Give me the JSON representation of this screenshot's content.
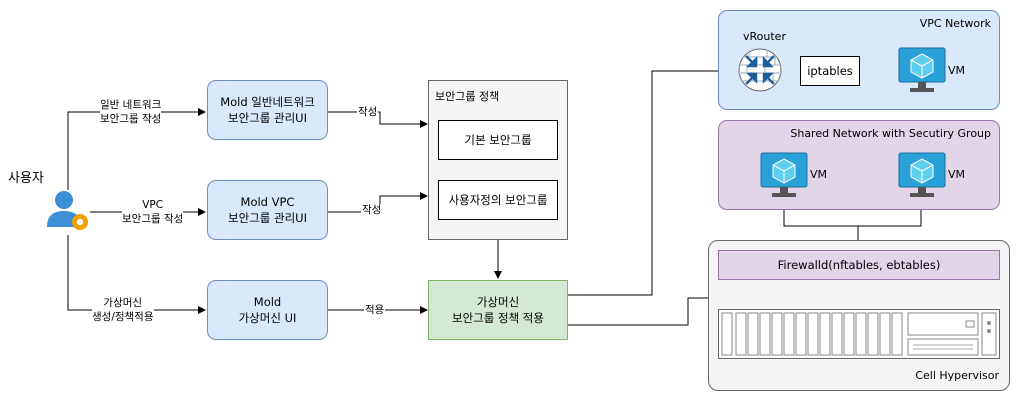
{
  "user": {
    "label": "사용자"
  },
  "edges": {
    "general_network": "일반 네트워크\n보안그룹 작성",
    "vpc": "VPC\n보안그룹 작성",
    "vm": "가상머신\n생성/정책적용",
    "create_1": "작성",
    "create_2": "작성",
    "apply": "적용"
  },
  "mold_boxes": {
    "general": "Mold 일반네트워크\n보안그룹 관리UI",
    "vpc": "Mold VPC\n보안그룹 관리UI",
    "vm": "Mold\n가상머신 UI"
  },
  "policy": {
    "title": "보안그룹 정책",
    "default_group": "기본 보안그룹",
    "custom_group": "사용자정의 보안그룹"
  },
  "apply_box": "가상머신\n보안그룹 정책 적용",
  "vpc_network": {
    "title": "VPC Network",
    "router_label": "vRouter",
    "iptables": "iptables",
    "vm_label": "VM"
  },
  "shared_network": {
    "title": "Shared Network with Secutiry Group",
    "vm1_label": "VM",
    "vm2_label": "VM"
  },
  "hypervisor": {
    "title": "Cell Hypervisor",
    "firewall": "Firewalld(nftables, ebtables)"
  },
  "colors": {
    "blue_fill": "#dae8fc",
    "blue_stroke": "#6c8ebf",
    "green_fill": "#d5e8d4",
    "purple_fill": "#e1d5e7",
    "user_icon": "#3d8fd6",
    "gear": "#f0a000",
    "vm_screen": "#2aa0d8"
  }
}
